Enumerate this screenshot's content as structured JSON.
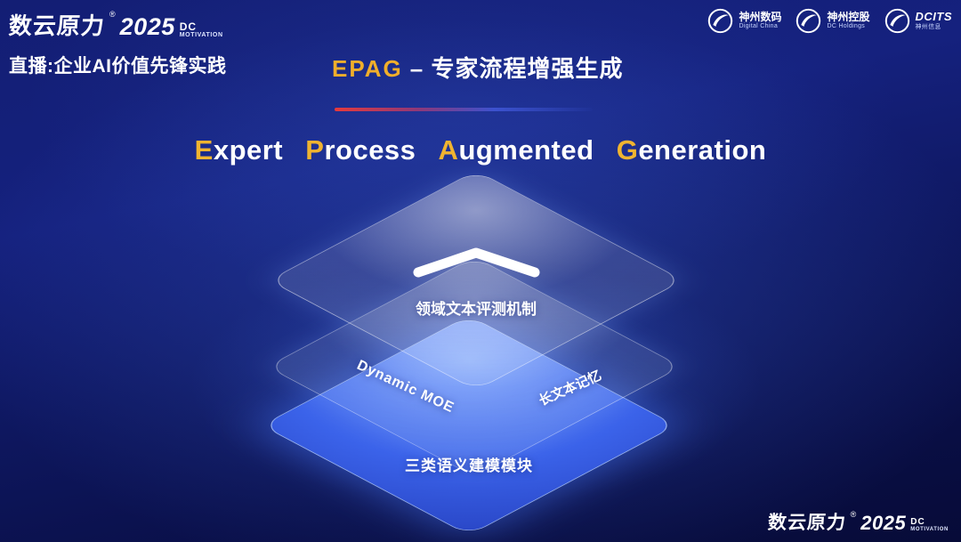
{
  "brand": {
    "name": "数云原力",
    "reg": "®",
    "year": "2025",
    "dc": "DC",
    "motivation": "MOTIVATION"
  },
  "header": {
    "stream_label": "直播:企业AI价值先锋实践",
    "title_highlight": "EPAG",
    "title_rest": "– 专家流程增强生成"
  },
  "partners": [
    {
      "name": "神州数码",
      "sub": "Digital China"
    },
    {
      "name": "神州控股",
      "sub": "DC Holdings"
    },
    {
      "name": "DCITS",
      "sub": "神州信息"
    }
  ],
  "subtitle": {
    "words": [
      {
        "initial": "E",
        "rest": "xpert"
      },
      {
        "initial": "P",
        "rest": "rocess"
      },
      {
        "initial": "A",
        "rest": "ugmented"
      },
      {
        "initial": "G",
        "rest": "eneration"
      }
    ]
  },
  "diagram": {
    "top_label": "领域文本评测机制",
    "mid_left_label": "Dynamic  MOE",
    "mid_right_label": "长文本记忆",
    "bottom_label": "三类语义建模模块"
  },
  "colors": {
    "accent_gold": "#f0b430",
    "line_red": "#e63a3c",
    "layer_blue": "#3b63ea",
    "background_blue": "#131e74"
  }
}
